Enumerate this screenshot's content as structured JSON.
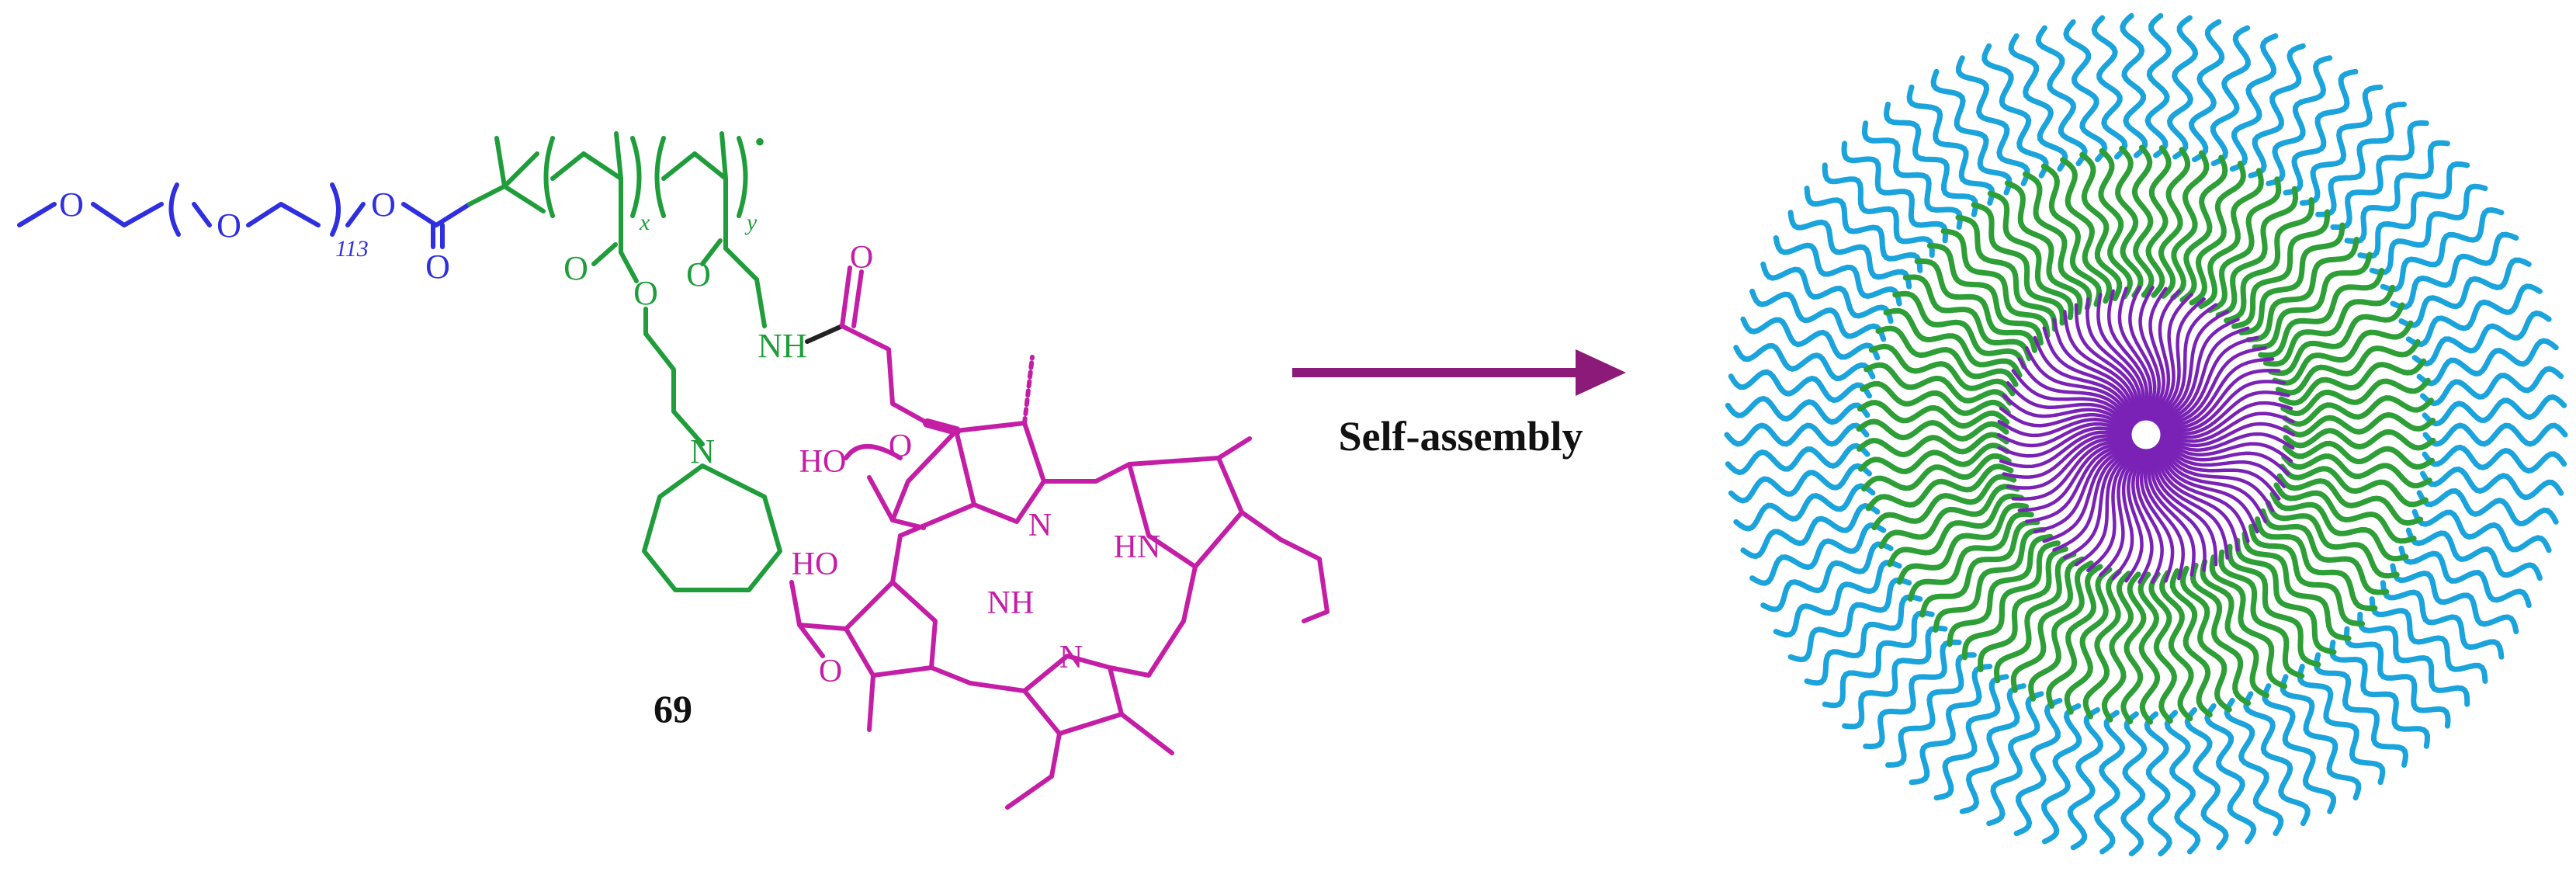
{
  "figure": {
    "compound_label": "69",
    "arrow_label": "Self-assembly",
    "colors": {
      "peg": "#2f2fe0",
      "backbone": "#1f9d3a",
      "chlorin": "#c41ea6",
      "linker": "#222222",
      "arrow": "#8b1a78",
      "shell": "#1ba3dc",
      "middle": "#2e9e36",
      "core": "#7a22b5"
    }
  },
  "molecule": {
    "atoms": {
      "o_methoxy": "O",
      "o_peg": "O",
      "o_ester_link": "O",
      "o_ester_carbonyl": "O",
      "o_monomer_x_carbonyl": "O",
      "o_monomer_x_ester": "O",
      "o_monomer_y_carbonyl": "O",
      "n_amide": "NH",
      "o_amide_carbonyl": "O",
      "n_azepane": "N",
      "acid1": "HO",
      "acid1_o": "O",
      "acid2": "HO",
      "acid2_o": "O",
      "n_ring1": "N",
      "n_ring2": "HN",
      "n_ring3": "NH",
      "n_ring4": "N"
    },
    "subscripts": {
      "peg_repeat": "113",
      "x": "x",
      "y": "y"
    },
    "end_group": "•"
  }
}
